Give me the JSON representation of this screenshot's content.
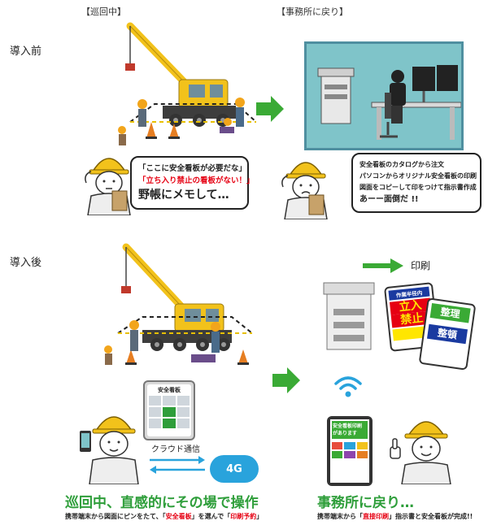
{
  "headers": {
    "patrol": "【巡回中】",
    "office": "【事務所に戻り】"
  },
  "sections": {
    "before": "導入前",
    "after": "導入後"
  },
  "bubble_before_patrol": {
    "line1": "「ここに安全看板が必要だな」",
    "line2": "「立ち入り禁止の看板がない！」",
    "line3": "野帳にメモして…"
  },
  "bubble_before_office": {
    "line1": "安全看板のカタログから注文",
    "line2": "パソコンからオリジナル安全看板の印刷",
    "line3": "図面をコピーして印をつけて指示書作成",
    "line4": "あーー面倒だ !!"
  },
  "after": {
    "print_label": "印刷",
    "tablet_title": "安全看板",
    "cloud_label": "クラウド通信",
    "net_label": "4G",
    "sign_top": "作業半径内",
    "sign_big1": "立入",
    "sign_big2": "禁止",
    "sign_seiri": "整理",
    "sign_seiton": "整頓",
    "tablet2_text1": "安全看板印刷",
    "tablet2_text2": "があります",
    "caption_left": "巡回中、直感的にその場で操作",
    "caption_right": "事務所に戻り…",
    "sub_left_1": "携帯端末から図面にピンをたて、「",
    "sub_left_red1": "安全看板",
    "sub_left_2": "」を選んで「",
    "sub_left_red2": "印刷予約",
    "sub_left_3": "」",
    "sub_right_1": "携帯端末から「",
    "sub_right_red": "直接印刷",
    "sub_right_2": "」指示書と安全看板が完成!!"
  },
  "colors": {
    "accent_green": "#2e9e3a",
    "arrow_green": "#3aaa35",
    "alert_red": "#e60012",
    "crane_yellow": "#f2c21b",
    "office_teal": "#7fc4c9",
    "cloud_blue": "#29a3dc"
  }
}
